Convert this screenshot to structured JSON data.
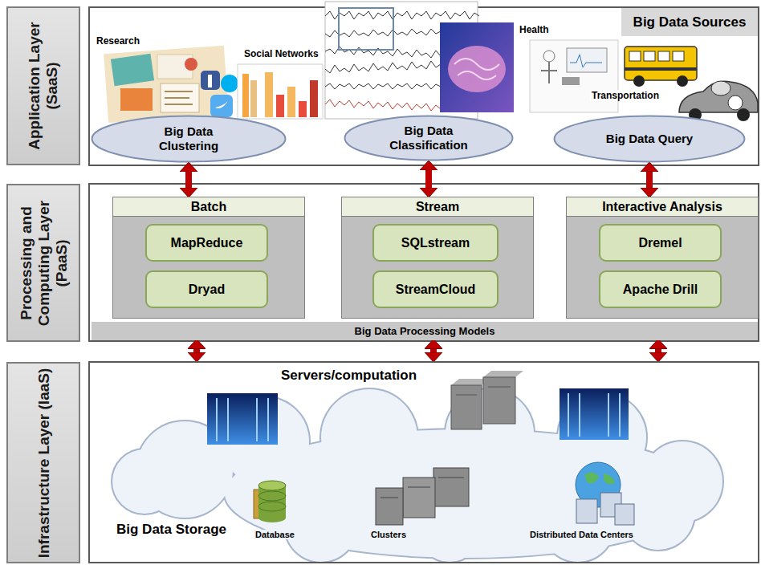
{
  "diagram": {
    "nodes": [
      {
        "text": [
          "Application Layer (SaaS)"
        ]
      },
      {
        "text": [
          "Big Data Sources"
        ]
      },
      {
        "text": [
          "Big Data Clustering"
        ]
      },
      {
        "text": [
          "Big Data Classification"
        ]
      },
      {
        "text": [
          "Big Data Query"
        ]
      },
      {
        "text": [
          "Processing and Computing Layer (PaaS)"
        ]
      },
      {
        "text": [
          "Batch"
        ]
      },
      {
        "text": [
          "MapReduce"
        ],
        "in": 6
      },
      {
        "text": [
          "Dryad"
        ],
        "in": 6
      },
      {
        "text": [
          "Stream"
        ]
      },
      {
        "text": [
          "SQLstream"
        ],
        "in": 9
      },
      {
        "text": [
          "StreamCloud"
        ],
        "in": 9
      },
      {
        "text": [
          "Interactive Analysis"
        ]
      },
      {
        "text": [
          "Dremel"
        ],
        "in": 12
      },
      {
        "text": [
          "Apache Drill"
        ],
        "in": 12
      },
      {
        "text": [
          "Big Data Processing Models"
        ]
      },
      {
        "text": [
          "Infrastructure Layer (IaaS)"
        ]
      },
      {
        "text": [
          "Servers/computation",
          "Big Data Storage"
        ]
      }
    ],
    "edges": [
      {
        "from": 2,
        "to": 6,
        "arrow": "both"
      },
      {
        "from": 3,
        "to": 9,
        "arrow": "both"
      },
      {
        "from": 4,
        "to": 12,
        "arrow": "both"
      },
      {
        "from": 15,
        "to": 17,
        "arrow": "both"
      },
      {
        "from": 15,
        "to": 17,
        "arrow": "both"
      },
      {
        "from": 15,
        "to": 17,
        "arrow": "both"
      }
    ],
    "labels": [
      "Research",
      "Social Networks",
      "Health",
      "Transportation",
      "Database",
      "Clusters",
      "Distributed Data Centers"
    ]
  }
}
